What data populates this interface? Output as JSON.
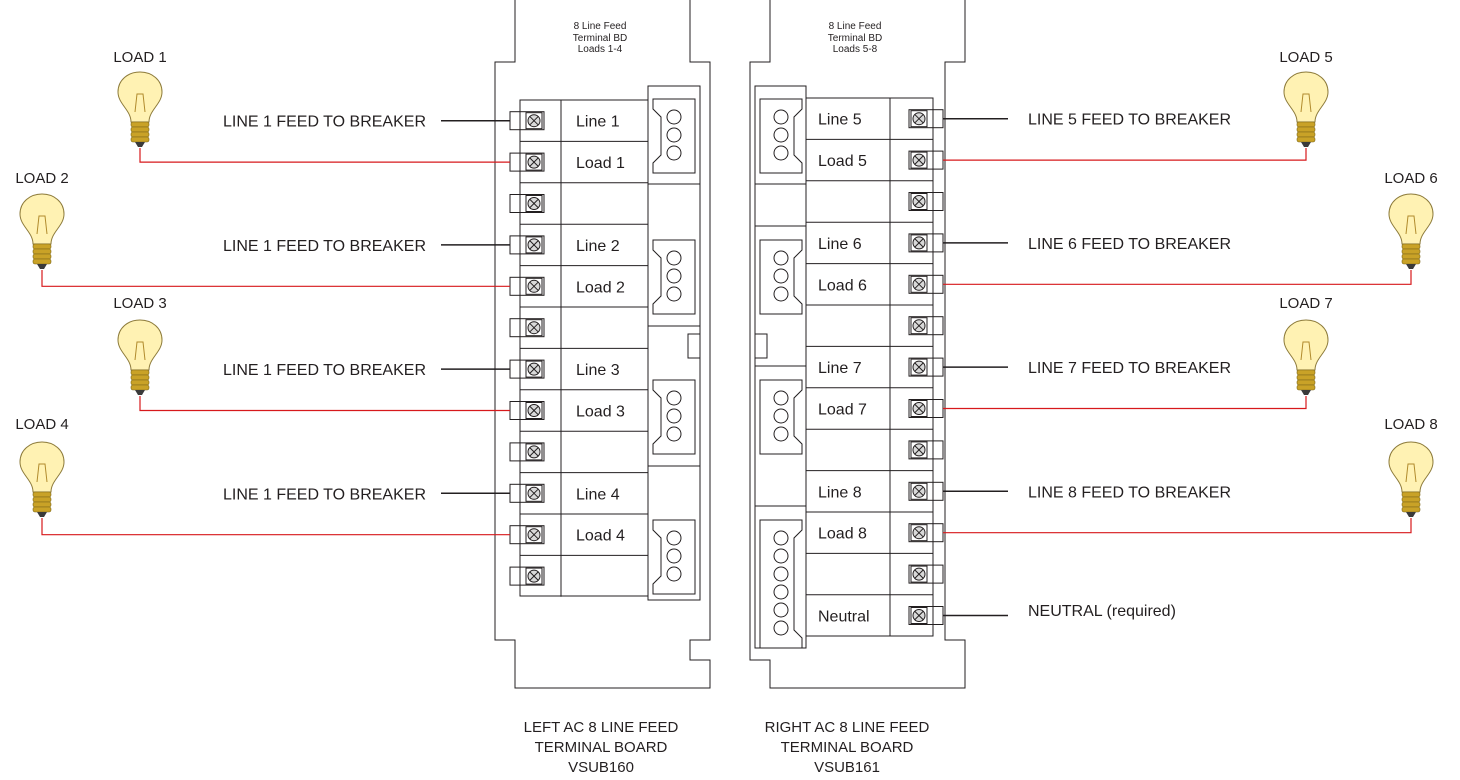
{
  "boards": {
    "left": {
      "header": [
        "8 Line Feed",
        "Terminal BD",
        "Loads 1-4"
      ],
      "caption": [
        "LEFT AC 8 LINE FEED",
        "TERMINAL BOARD",
        "VSUB160"
      ],
      "rows": [
        "Line 1",
        "Load 1",
        "",
        "Line 2",
        "Load 2",
        "",
        "Line 3",
        "Load 3",
        "",
        "Line 4",
        "Load 4",
        ""
      ]
    },
    "right": {
      "header": [
        "8 Line Feed",
        "Terminal BD",
        "Loads 5-8"
      ],
      "caption": [
        "RIGHT AC 8 LINE FEED",
        "TERMINAL BOARD",
        "VSUB161"
      ],
      "rows": [
        "Line 5",
        "Load 5",
        "",
        "Line 6",
        "Load 6",
        "",
        "Line 7",
        "Load 7",
        "",
        "Line 8",
        "Load 8",
        "",
        "Neutral"
      ]
    }
  },
  "feeds": {
    "left": [
      "LINE 1 FEED TO BREAKER",
      "LINE 1 FEED TO BREAKER",
      "LINE 1 FEED TO BREAKER",
      "LINE 1 FEED TO BREAKER"
    ],
    "right": [
      "LINE 5 FEED TO BREAKER",
      "LINE 6 FEED TO BREAKER",
      "LINE 7 FEED TO BREAKER",
      "LINE 8 FEED TO BREAKER"
    ],
    "neutral": "NEUTRAL (required)"
  },
  "loads": [
    "LOAD 1",
    "LOAD 2",
    "LOAD 3",
    "LOAD 4",
    "LOAD 5",
    "LOAD 6",
    "LOAD 7",
    "LOAD 8"
  ],
  "colors": {
    "outline": "#231f20",
    "load_wire": "#d7191c",
    "bulb_glass": "#fff2b3",
    "bulb_base": "#c9a227"
  }
}
